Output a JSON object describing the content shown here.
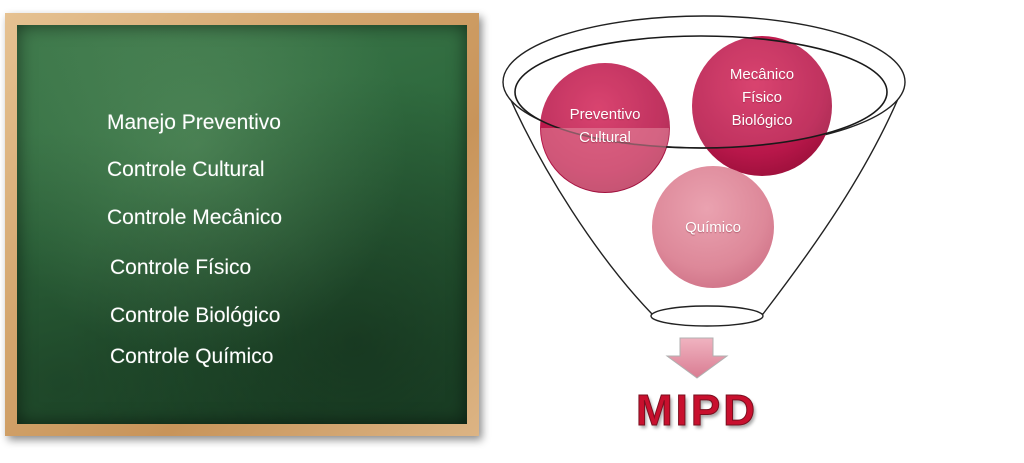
{
  "board": {
    "items": [
      "Manejo Preventivo",
      "Controle Cultural",
      "Controle Mecânico",
      "Controle Físico",
      "Controle Biológico",
      "Controle Químico"
    ]
  },
  "funnel": {
    "circles": [
      {
        "lines": [
          "Preventivo",
          "Cultural"
        ]
      },
      {
        "lines": [
          "Mecânico",
          "Físico",
          "Biológico"
        ]
      },
      {
        "lines": [
          "Químico"
        ]
      }
    ],
    "colors": {
      "dark_circle": "#b8174a",
      "light_circle": "#dd8899",
      "arrow": "#dd8fa0",
      "title": "#c8102e"
    }
  },
  "output": {
    "label": "MIPD"
  }
}
